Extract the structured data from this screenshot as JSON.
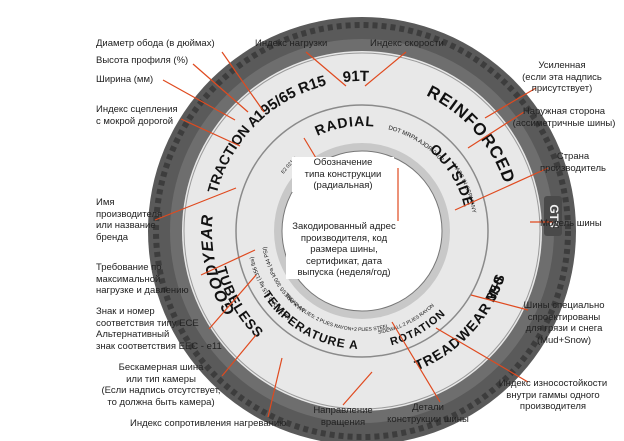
{
  "sidewall": {
    "size": "195/65 R15",
    "service_index": "91T",
    "reinforced": "REINFORCED",
    "outside": "OUTSIDE",
    "radial": "RADIAL",
    "traction": "TRACTION A",
    "brand": "GOODYEAR",
    "tubeless": "TUBELESS",
    "temperature": "TEMPERATURE A",
    "treadwear": "TREADWEAR 350",
    "mud_snow": "M+S",
    "rotation": "ROTATION",
    "model": "GT3",
    "dot": "DOT MRPA AJOR 0407",
    "made_in": "MADE IN GERMANY",
    "max_load": "MAX LOAD 615 kg (1356 lbs)",
    "max_press": "MAX PRESS 300 kPa (44 PSI)",
    "sidewall_plies": "SIDEWALL 2 PLIES RAYON",
    "tread_plies": "TREAD 4 PLIES: 2 PLIES RAYON+2 PLIES STEEL",
    "ece": "E2 021 S"
  },
  "labels": {
    "rim_diameter": "Диаметр обода (в дюймах)",
    "load_index": "Индекс нагрузки",
    "speed_index": "Индекс скорости",
    "profile_height": "Высота профиля (%)",
    "width": "Ширина (мм)",
    "reinforced": "Усиленная\n(если эта надпись\nприсутствует)",
    "outer_side": "Наружная сторона\n(ассиметричные шины)",
    "wet_traction": "Индекс сцепления\nс мокрой дорогой",
    "country": "Страна\nпроизводитель",
    "construction": "Обозначение\nтипа конструкции\n(радиальная)",
    "manufacturer": "Имя\nпроизводителя\nили название\nбренда",
    "coded_address": "Закодированный адрес\nпроизводителя, код\nразмера шины,\nсертификат, дата\nвыпуска (неделя/год)",
    "tire_model": "Модель шины",
    "max_load_pressure": "Требование по\nмаксимальной\nнагрузке и давлению",
    "ece_mark": "Знак и номер\nсоответствия типу ECE\nАльтернативный\nзнак соответствия EEC - e11",
    "mud_snow": "Шины специально\nспроектированы\nдля грязи и снега\n(Mud+Snow)",
    "tubeless": "Бескамерная шина\nили тип камеры\n(Если надпись отсутствует,\nто должна быть камера)",
    "treadwear": "Индекс износостойкости\nвнутри гаммы одного\nпроизводителя",
    "temperature": "Индекс сопротивления нагреванию",
    "rotation": "Направление\nвращения",
    "construction_details": "Детали\nконструкции шины"
  }
}
